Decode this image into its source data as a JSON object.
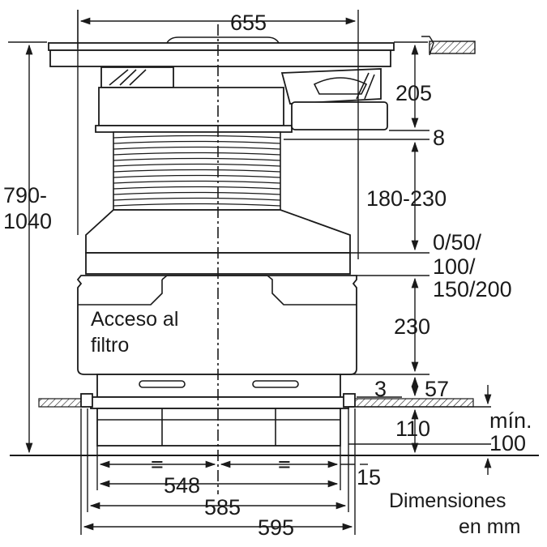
{
  "dimensions": {
    "top_width": "655",
    "cooktop_height": "205",
    "gap": "8",
    "telescopic_range": "180-230",
    "spacer_options": [
      "0/50/",
      "100/",
      "150/200"
    ],
    "filter_box_height": "230",
    "lip_right": "57",
    "lip_left": "3",
    "total_height": [
      "790-",
      "1040"
    ],
    "lower_height": "110",
    "min_label": "mín.",
    "min_value": "100",
    "clearance": "15",
    "width_548": "548",
    "width_585": "585",
    "width_595": "595",
    "equal_sign": "="
  },
  "labels": {
    "filter_access": [
      "Acceso al",
      "filtro"
    ],
    "units": [
      "Dimensiones",
      "en mm"
    ]
  }
}
